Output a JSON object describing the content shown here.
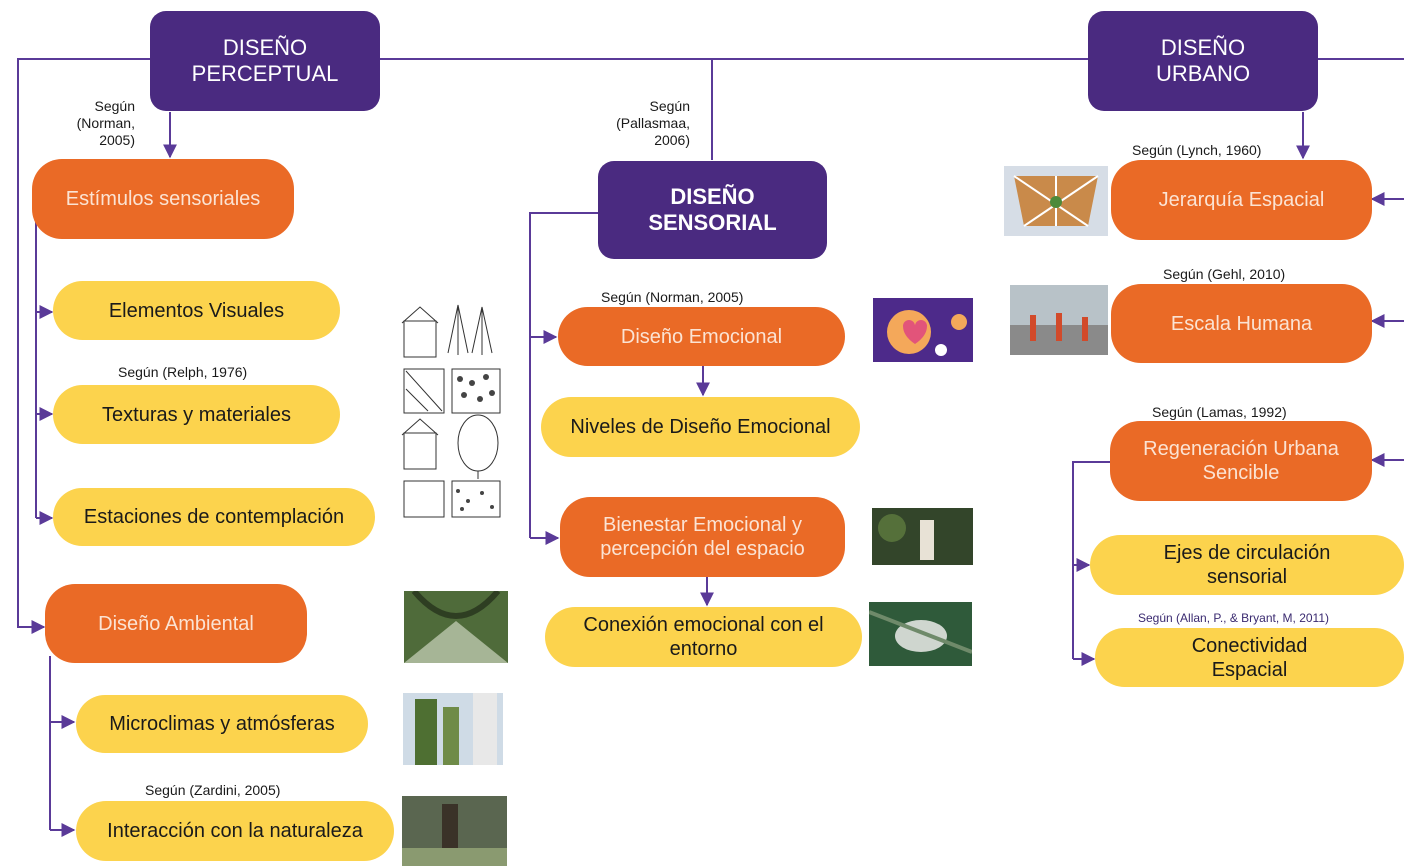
{
  "nodes": {
    "perceptual": "DISEÑO\nPERCEPTUAL",
    "sensorial": "DISEÑO\nSENSORIAL",
    "urbano": "DISEÑO\nURBANO",
    "estimulos": "Estímulos sensoriales",
    "elementos": "Elementos Visuales",
    "texturas": "Texturas y materiales",
    "estaciones": "Estaciones de contemplación",
    "ambiental": "Diseño Ambiental",
    "microclimas": "Microclimas y atmósferas",
    "interaccion": "Interacción con la naturaleza",
    "emocional": "Diseño Emocional",
    "niveles": "Niveles de Diseño Emocional",
    "bienestar": "Bienestar Emocional y\npercepción del espacio",
    "conexion": "Conexión emocional con el\nentorno",
    "jerarquia": "Jerarquía Espacial",
    "escala": "Escala Humana",
    "regeneracion": "Regeneración Urbana\nSencible",
    "ejes": "Ejes de circulación\nsensorial",
    "conectividad": "Conectividad\nEspacial"
  },
  "citations": {
    "norman_left": "Según\n(Norman,\n2005)",
    "pallasmaa": "Según\n(Pallasmaa,\n2006)",
    "relph": "Según (Relph, 1976)",
    "zardini": "Según (Zardini, 2005)",
    "norman_mid": "Según  (Norman, 2005)",
    "lynch": "Según  (Lynch, 1960)",
    "gehl": "Según  (Gehl, 2010)",
    "lamas": "Según  (Lamas, 1992)",
    "allan": "Según (Allan, P., & Bryant, M, 2011)"
  },
  "colors": {
    "purple": "#4a2a80",
    "orange": "#ea6a26",
    "yellow": "#fcd34d",
    "line": "#5a3a98"
  }
}
